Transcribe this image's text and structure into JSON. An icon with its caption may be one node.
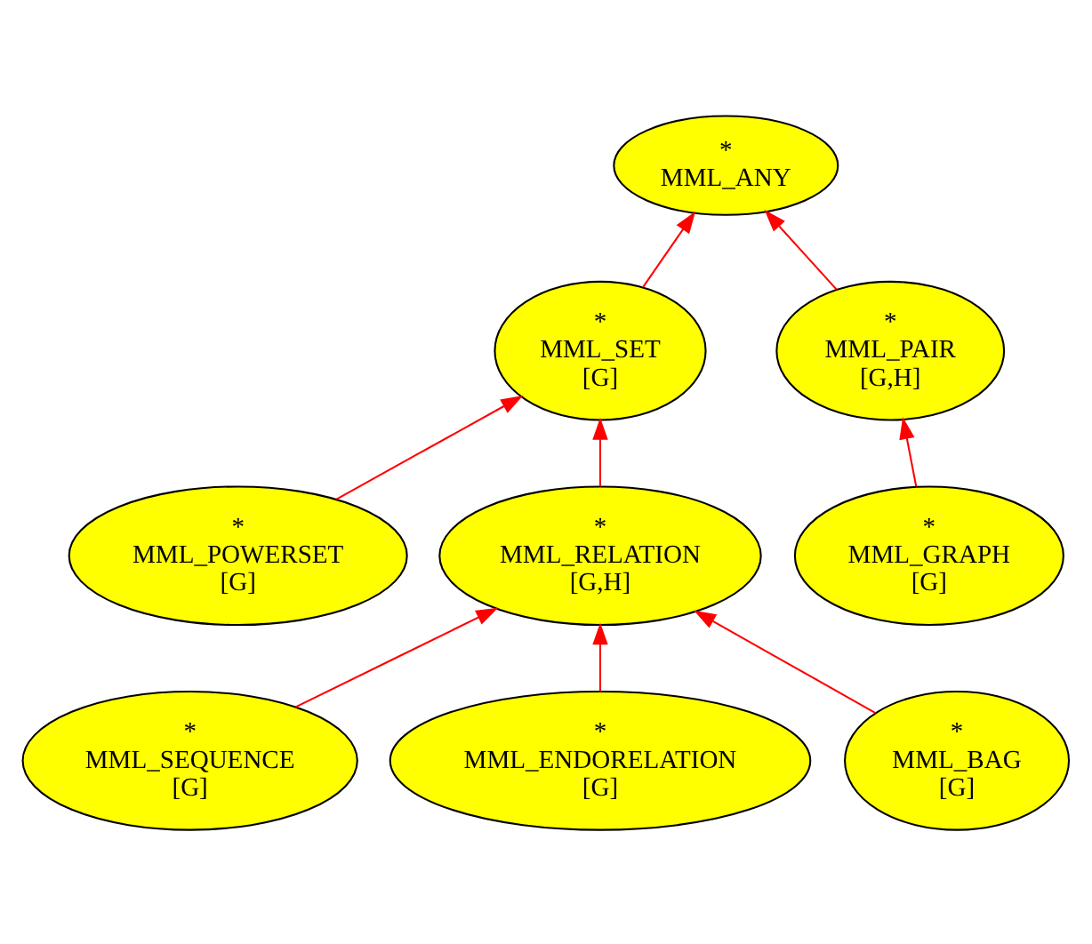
{
  "diagram": {
    "nodes": [
      {
        "text": [
          "*",
          "MML_ANY"
        ]
      },
      {
        "text": [
          "*",
          "MML_SET",
          "[G]"
        ]
      },
      {
        "text": [
          "*",
          "MML_PAIR",
          "[G,H]"
        ]
      },
      {
        "text": [
          "*",
          "MML_POWERSET",
          "[G]"
        ]
      },
      {
        "text": [
          "*",
          "MML_RELATION",
          "[G,H]"
        ]
      },
      {
        "text": [
          "*",
          "MML_GRAPH",
          "[G]"
        ]
      },
      {
        "text": [
          "*",
          "MML_SEQUENCE",
          "[G]"
        ]
      },
      {
        "text": [
          "*",
          "MML_ENDORELATION",
          "[G]"
        ]
      },
      {
        "text": [
          "*",
          "MML_BAG",
          "[G]"
        ]
      }
    ],
    "edges": [
      {
        "from": 1,
        "to": 0,
        "arrow": "to"
      },
      {
        "from": 2,
        "to": 0,
        "arrow": "to"
      },
      {
        "from": 3,
        "to": 1,
        "arrow": "to"
      },
      {
        "from": 4,
        "to": 1,
        "arrow": "to"
      },
      {
        "from": 5,
        "to": 2,
        "arrow": "to"
      },
      {
        "from": 6,
        "to": 4,
        "arrow": "to"
      },
      {
        "from": 7,
        "to": 4,
        "arrow": "to"
      },
      {
        "from": 8,
        "to": 4,
        "arrow": "to"
      }
    ]
  }
}
